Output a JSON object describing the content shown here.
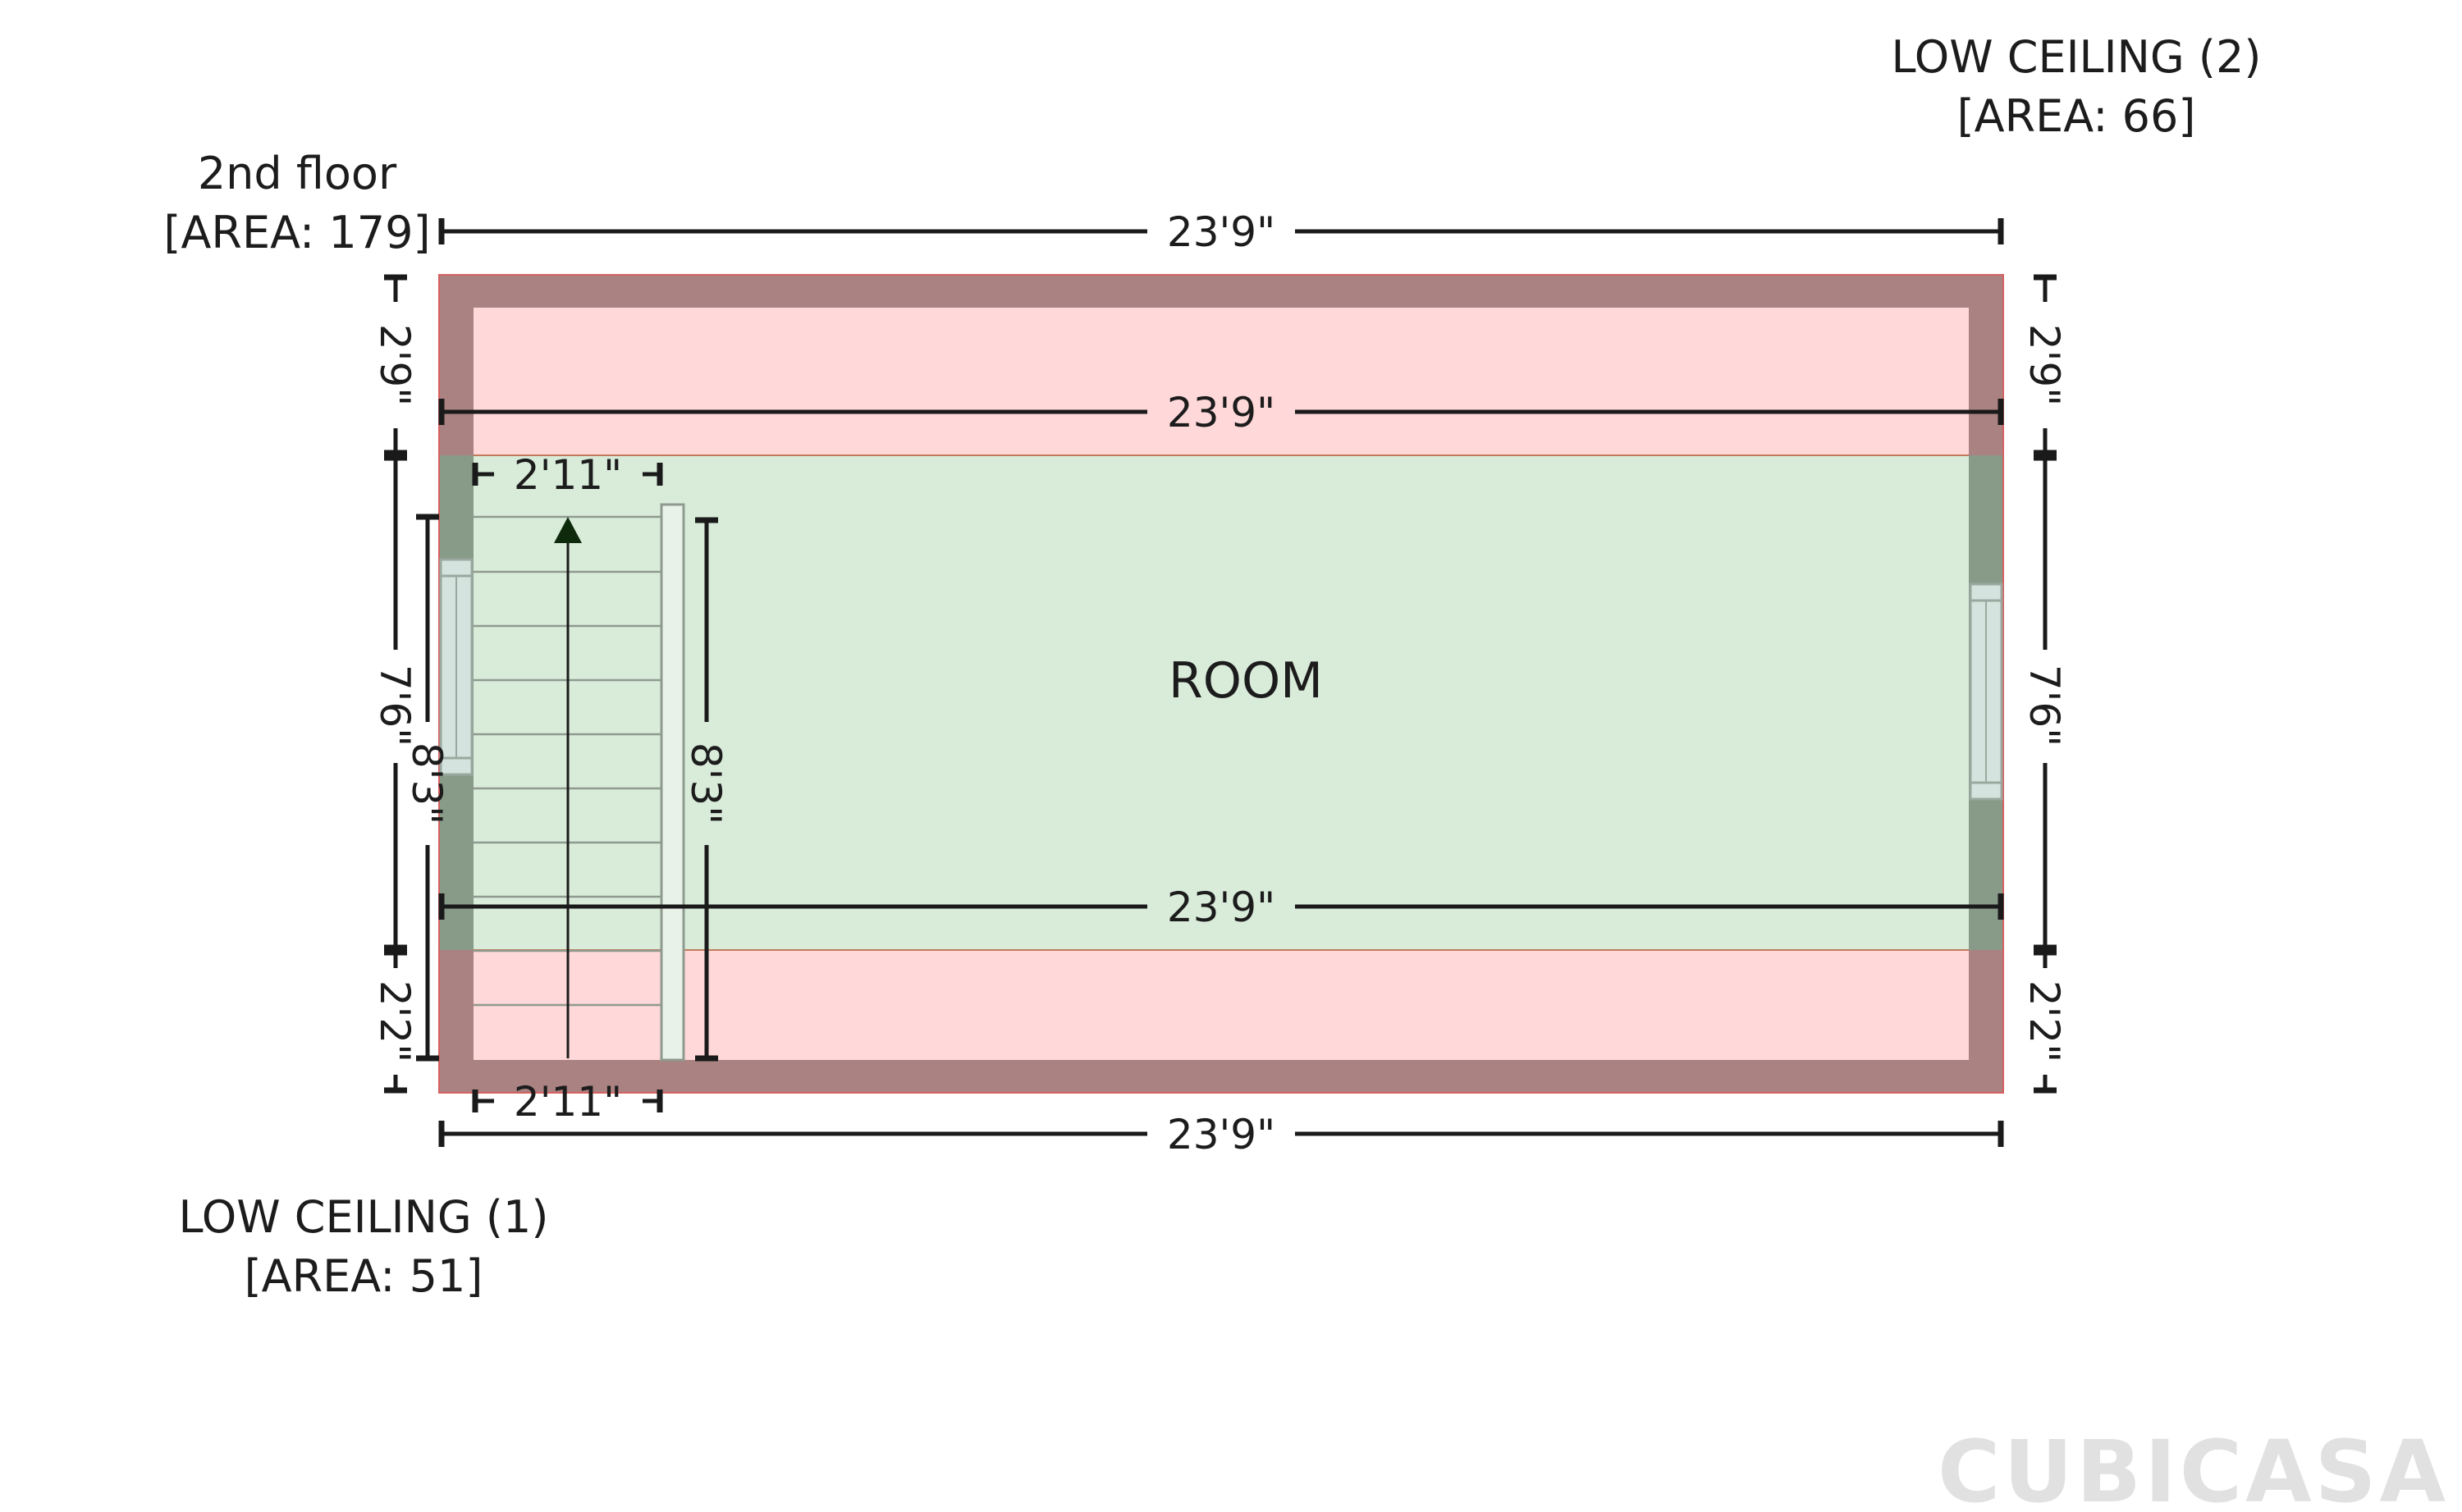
{
  "floor": {
    "name": "2nd floor",
    "area_label": "[AREA: 179]"
  },
  "zones": {
    "low_ceiling_1": {
      "name": "LOW CEILING (1)",
      "area_label": "[AREA: 51]"
    },
    "low_ceiling_2": {
      "name": "LOW CEILING (2)",
      "area_label": "[AREA: 66]"
    },
    "room": {
      "name": "ROOM"
    }
  },
  "dimensions": {
    "top_width": "23'9\"",
    "upper_inner_width": "23'9\"",
    "lower_inner_width": "23'9\"",
    "bottom_width": "23'9\"",
    "left_top": "2'9\"",
    "left_mid": "7'6\"",
    "left_bottom": "2'2\"",
    "right_top": "2'9\"",
    "right_mid": "7'6\"",
    "right_bottom": "2'2\"",
    "stair_width_top": "2'11\"",
    "stair_width_bottom": "2'11\"",
    "stair_length_left": "8'3\"",
    "stair_length_right": "8'3\""
  },
  "colors": {
    "low_ceiling_fill": "#ffd8d9",
    "room_fill": "#d9ecda",
    "wall_over_low_ceiling": "#aa8282",
    "wall_over_room": "#889a88",
    "window_fill": "#d4e3de",
    "logo": "#e1e1e1"
  },
  "logo": "CUBICASA"
}
